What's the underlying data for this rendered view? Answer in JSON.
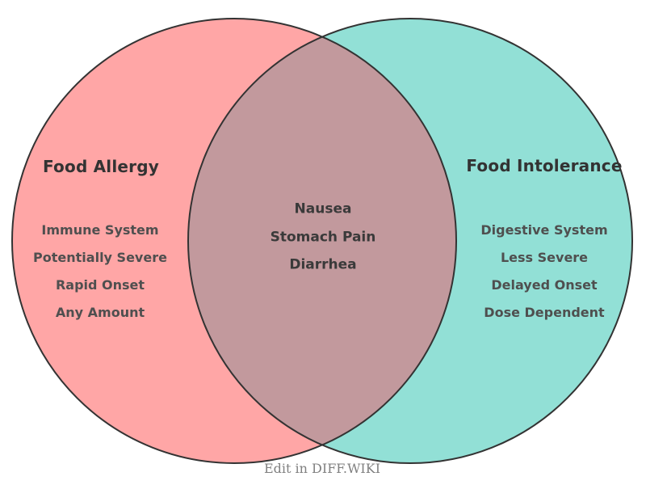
{
  "venn": {
    "left": {
      "title": "Food Allergy",
      "items": [
        "Immune System",
        "Potentially Severe",
        "Rapid Onset",
        "Any Amount"
      ]
    },
    "right": {
      "title": "Food Intolerance",
      "items": [
        "Digestive System",
        "Less Severe",
        "Delayed Onset",
        "Dose Dependent"
      ]
    },
    "intersection": {
      "items": [
        "Nausea",
        "Stomach Pain",
        "Diarrhea"
      ]
    },
    "colors": {
      "left_fill": "#FFA6A6",
      "right_fill": "#92E0D6",
      "overlap_fill": "#C2999D",
      "stroke": "#333333"
    },
    "footer": {
      "edit_label": "Edit in DIFF.WIKI"
    }
  }
}
